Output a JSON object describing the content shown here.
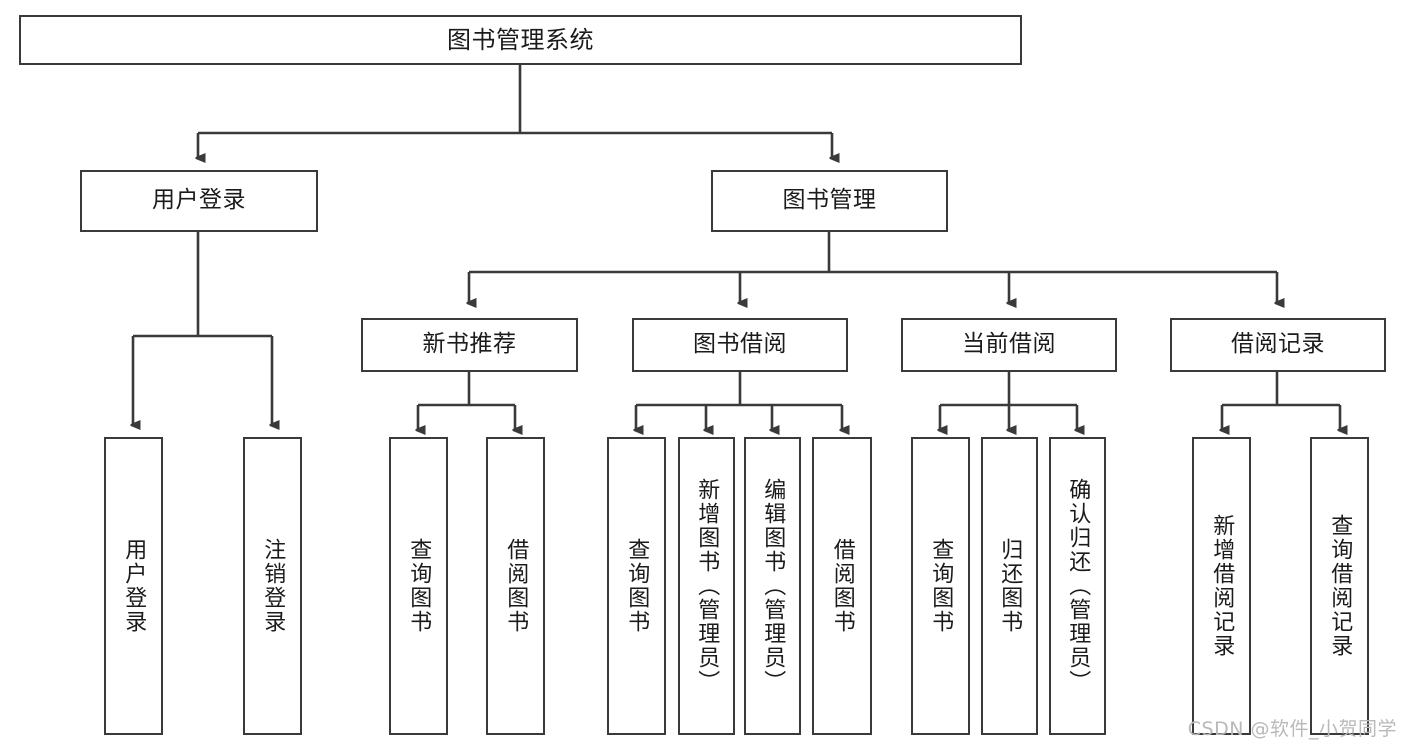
{
  "diagram": {
    "type": "tree-hierarchy",
    "title": "图书管理系统",
    "watermark": "CSDN @软件_小贺同学",
    "colors": {
      "box_border": "#3a3a3a",
      "box_fill": "#ffffff",
      "connector": "#3a3a3a",
      "text": "#1b1b1b",
      "watermark": "#b9b9b9",
      "background": "#ffffff"
    },
    "root": {
      "label": "图书管理系统"
    },
    "level2": [
      {
        "label": "用户登录"
      },
      {
        "label": "图书管理"
      }
    ],
    "level3": [
      {
        "label": "新书推荐"
      },
      {
        "label": "图书借阅"
      },
      {
        "label": "当前借阅"
      },
      {
        "label": "借阅记录"
      }
    ],
    "leaves": {
      "user_login": [
        {
          "label": "用户登录"
        },
        {
          "label": "注销登录"
        }
      ],
      "new_book_recommend": [
        {
          "label": "查询图书"
        },
        {
          "label": "借阅图书"
        }
      ],
      "book_borrow": [
        {
          "label": "查询图书"
        },
        {
          "label": "新增图书（管理员）"
        },
        {
          "label": "编辑图书（管理员）"
        },
        {
          "label": "借阅图书"
        }
      ],
      "current_borrow": [
        {
          "label": "查询图书"
        },
        {
          "label": "归还图书"
        },
        {
          "label": "确认归还（管理员）"
        }
      ],
      "borrow_record": [
        {
          "label": "新增借阅记录"
        },
        {
          "label": "查询借阅记录"
        }
      ]
    }
  }
}
